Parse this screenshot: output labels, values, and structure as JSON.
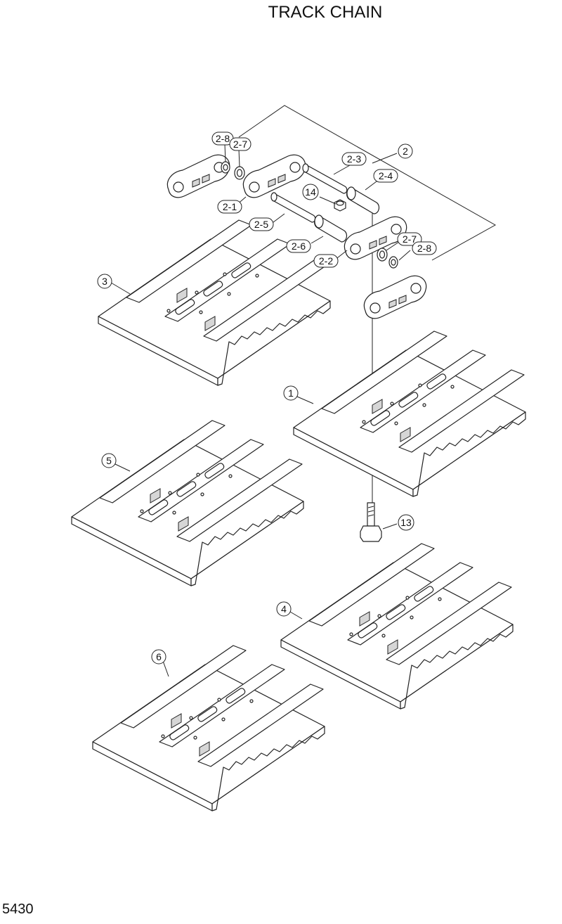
{
  "title": "TRACK CHAIN",
  "page_number": "5430",
  "callouts": {
    "c2_8a": "2-8",
    "c2_7a": "2-7",
    "c2_3": "2-3",
    "c2": "2",
    "c2_4": "2-4",
    "c14": "14",
    "c2_1": "2-1",
    "c2_5": "2-5",
    "c2_6": "2-6",
    "c2_2": "2-2",
    "c2_7b": "2-7",
    "c2_8b": "2-8",
    "c3": "3",
    "c1": "1",
    "c5": "5",
    "c13": "13",
    "c4": "4",
    "c6": "6"
  }
}
